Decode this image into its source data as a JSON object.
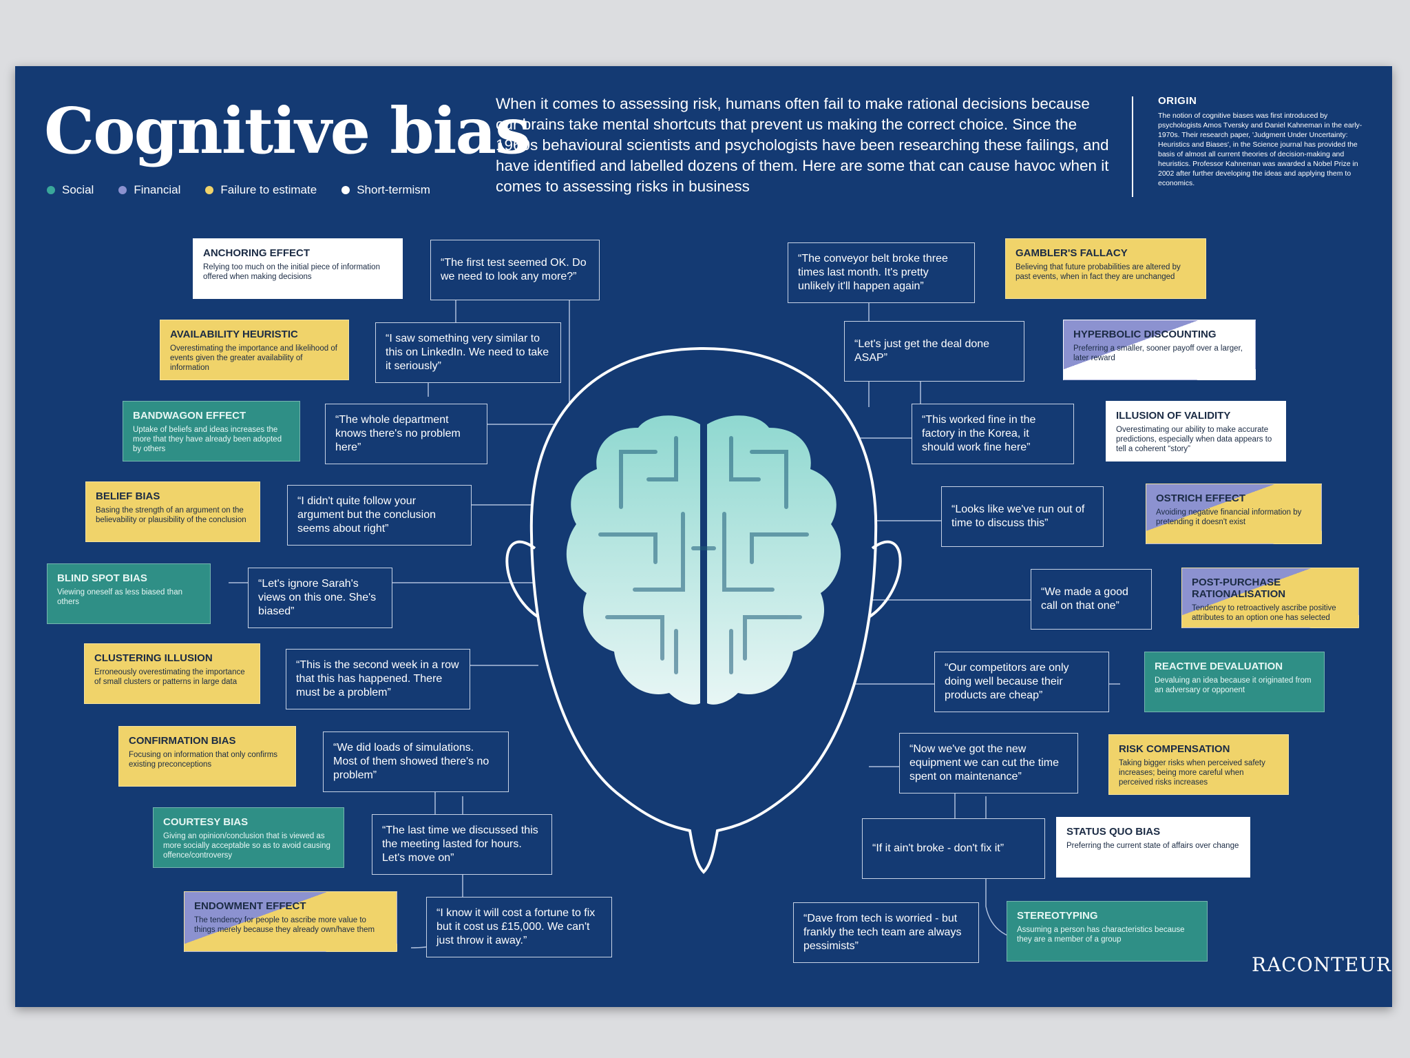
{
  "title": "Cognitive bias",
  "legend": [
    {
      "label": "Social",
      "color": "#3aa79a"
    },
    {
      "label": "Financial",
      "color": "#8c92d0"
    },
    {
      "label": "Failure to estimate",
      "color": "#f0d36a"
    },
    {
      "label": "Short-termism",
      "color": "#ffffff"
    }
  ],
  "intro": "When it comes to assessing risk, humans often fail to make rational decisions because our brains take mental shortcuts that prevent us making the correct choice. Since the 1960s behavioural scientists and psychologists have been researching these failings, and have identified and labelled dozens of them. Here are some that can cause havoc when it comes to assessing risks in business",
  "origin": {
    "title": "ORIGIN",
    "text": "The notion of cognitive biases was first introduced by psychologists Amos Tversky and Daniel Kahneman in the early-1970s. Their research paper, 'Judgment Under Uncertainty: Heuristics and Biases', in the Science journal has provided the basis of almost all current theories of decision-making and heuristics. Professor Kahneman was awarded a Nobel Prize in 2002 after further developing the ideas and applying them to economics."
  },
  "brand": "RACONTEUR",
  "left": [
    {
      "name": "Anchoring effect",
      "desc": "Relying too much on the initial piece of information offered when making decisions",
      "quote": "“The first test seemed OK. Do we need to look any more?”"
    },
    {
      "name": "Availability heuristic",
      "desc": "Overestimating the importance and likelihood of events given the greater availability of information",
      "quote": "“I saw something very similar to this on LinkedIn. We need to take it seriously”"
    },
    {
      "name": "Bandwagon effect",
      "desc": "Uptake of beliefs and ideas increases the more that they have already been adopted by others",
      "quote": "“The whole department knows there's no problem here”"
    },
    {
      "name": "Belief bias",
      "desc": "Basing the strength of an argument on the believability or plausibility of the conclusion",
      "quote": "“I didn't quite follow your argument but the conclusion seems about right”"
    },
    {
      "name": "Blind spot bias",
      "desc": "Viewing oneself as less biased than others",
      "quote": "“Let's ignore Sarah's views on this one. She's biased”"
    },
    {
      "name": "Clustering illusion",
      "desc": "Erroneously overestimating the importance of small clusters or patterns in large data",
      "quote": "“This is the second week in a row that this has happened. There must be a problem”"
    },
    {
      "name": "Confirmation bias",
      "desc": "Focusing on information that only confirms existing preconceptions",
      "quote": "“We did loads of simulations. Most of them showed there's no problem”"
    },
    {
      "name": "Courtesy bias",
      "desc": "Giving an opinion/conclusion that is viewed as more socially acceptable so as to avoid causing offence/controversy",
      "quote": "“The last time we discussed this the meeting lasted for hours. Let's move on”"
    },
    {
      "name": "Endowment effect",
      "desc": "The tendency for people to ascribe more value to things merely because they already own/have them",
      "quote": "“I know it will cost a fortune to fix but it cost us £15,000. We can't just throw it away.”"
    }
  ],
  "right": [
    {
      "name": "Gambler's fallacy",
      "desc": "Believing that future probabilities are altered by past events, when in fact they are unchanged",
      "quote": "“The conveyor belt broke three times last month. It's pretty unlikely it'll happen again”"
    },
    {
      "name": "Hyperbolic discounting",
      "desc": "Preferring a smaller, sooner payoff over a larger, later reward",
      "quote": "“Let's just get the deal done ASAP”"
    },
    {
      "name": "Illusion of validity",
      "desc": "Overestimating our ability to make accurate predictions, especially when data appears to tell a coherent “story”",
      "quote": "“This worked fine in the factory in the Korea, it should work fine here”"
    },
    {
      "name": "Ostrich effect",
      "desc": "Avoiding negative financial information by pretending it doesn't exist",
      "quote": "“Looks like we've run out of time to discuss this”"
    },
    {
      "name": "Post-purchase rationalisation",
      "desc": "Tendency to retroactively ascribe positive attributes to an option one has selected",
      "quote": "“We made a good call on that one”"
    },
    {
      "name": "Reactive devaluation",
      "desc": "Devaluing an idea because it originated from an adversary or opponent",
      "quote": "“Our competitors are only doing well because their products are cheap”"
    },
    {
      "name": "Risk compensation",
      "desc": "Taking bigger risks when perceived safety increases; being more careful when perceived risks increases",
      "quote": "“Now we've got the new equipment we can cut the time spent on maintenance”"
    },
    {
      "name": "Status quo bias",
      "desc": "Preferring the current state of affairs over change",
      "quote": "“If it ain't broke - don't fix it”"
    },
    {
      "name": "Stereotyping",
      "desc": "Assuming a person has characteristics because they are a member of a group",
      "quote": "“Dave from tech is worried - but frankly the tech team are always pessimists”"
    }
  ]
}
